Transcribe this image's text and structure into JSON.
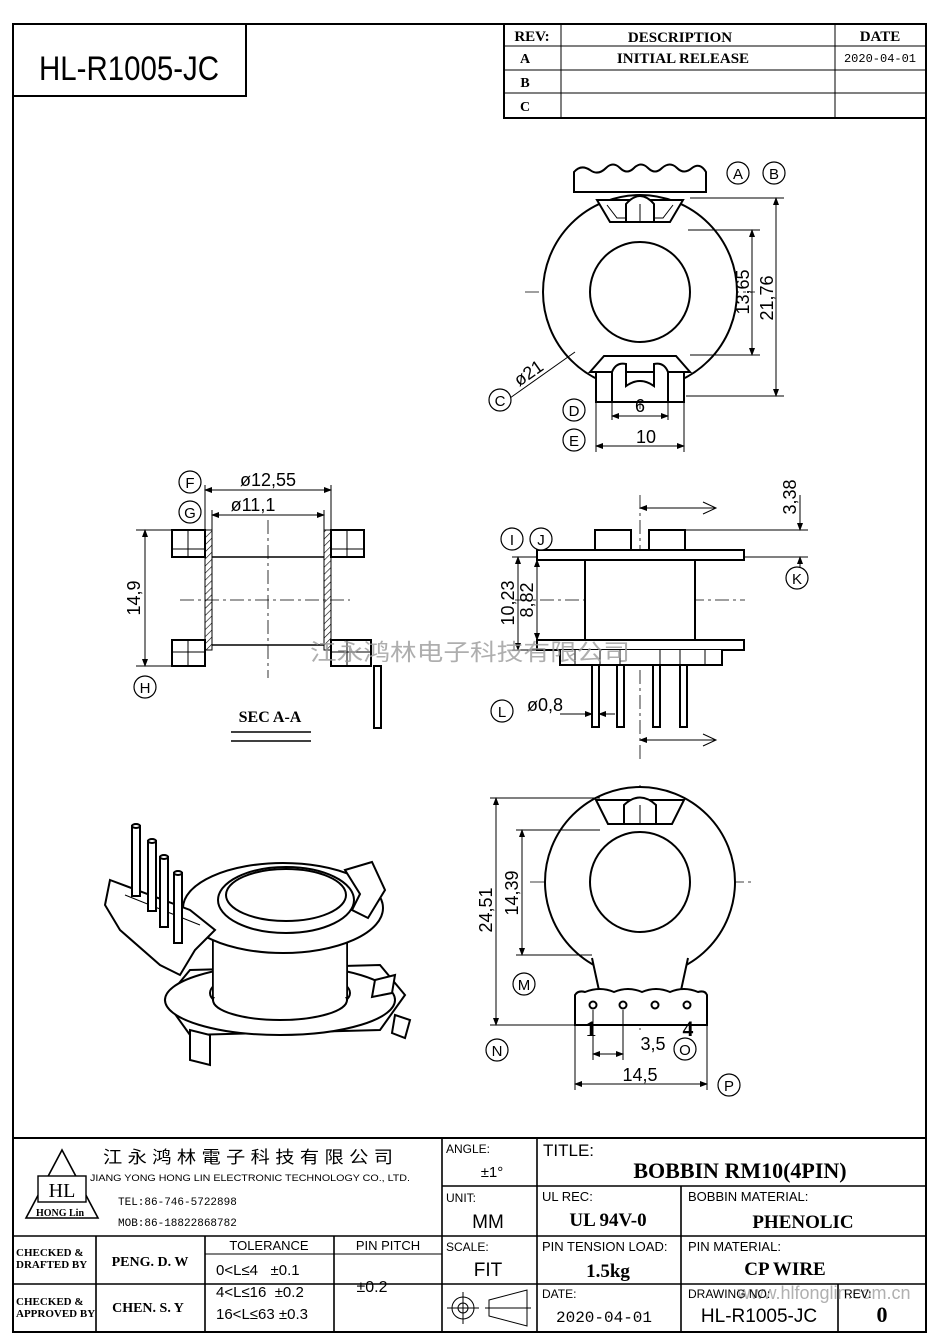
{
  "part_number_box": "HL-R1005-JC",
  "revision_table": {
    "headers": {
      "rev": "REV:",
      "description": "DESCRIPTION",
      "date": "DATE"
    },
    "rows": [
      {
        "rev": "A",
        "description": "INITIAL  RELEASE",
        "date": "2020-04-01"
      },
      {
        "rev": "B",
        "description": "",
        "date": ""
      },
      {
        "rev": "C",
        "description": "",
        "date": ""
      }
    ]
  },
  "callouts": [
    "A",
    "B",
    "C",
    "D",
    "E",
    "F",
    "G",
    "H",
    "I",
    "J",
    "K",
    "L",
    "M",
    "N",
    "O",
    "P"
  ],
  "dimensions": {
    "top_view": {
      "inner": "13,65",
      "outer": "21,76",
      "dia": "ø21",
      "slot_inner": "6",
      "slot_outer": "10"
    },
    "section": {
      "dia_outer": "ø12,55",
      "dia_inner": "ø11,1",
      "height": "14,9",
      "label": "SEC  A-A"
    },
    "side_view": {
      "flange": "3,38",
      "h1": "10,23",
      "h2": "8,82",
      "pin": "ø0,8"
    },
    "bottom_view": {
      "total": "24,51",
      "body": "14,39",
      "pitch": "3,5",
      "width": "14,5",
      "pin1": "1",
      "pin4": "4"
    }
  },
  "watermark": "江永鸿林电子科技有限公司",
  "title_block": {
    "company_cn": "江 永 鸿 林 電 子 科 技 有 限 公 司",
    "company_en": "JIANG YONG HONG LIN ELECTRONIC TECHNOLOGY CO., LTD.",
    "logo_top": "HL",
    "logo_bottom": "HONG Lin",
    "tel": "TEL:86-746-5722898",
    "mob": "MOB:86-18822868782",
    "angle_label": "ANGLE:",
    "angle_value": "±1°",
    "title_label": "TITLE:",
    "title_value": "BOBBIN RM10(4PIN)",
    "unit_label": "UNIT:",
    "unit_value": "MM",
    "ul_label": "UL REC:",
    "ul_value": "UL 94V-0",
    "bobbin_material_label": "BOBBIN MATERIAL:",
    "bobbin_material_value": "PHENOLIC",
    "checked_drafted_label": [
      "CHECKED &",
      "DRAFTED BY"
    ],
    "checked_drafted_value": "PENG. D. W",
    "checked_approved_label": [
      "CHECKED &",
      "APPROVED BY"
    ],
    "checked_approved_value": "CHEN. S. Y",
    "tolerance_label": "TOLERANCE",
    "tolerance_rows": [
      "0<L≤4   ±0.1",
      "4<L≤16  ±0.2",
      "16<L≤63 ±0.3"
    ],
    "pin_pitch_label": "PIN PITCH",
    "pin_pitch_value": "±0.2",
    "scale_label": "SCALE:",
    "scale_value": "FIT",
    "pin_tension_label": "PIN TENSION LOAD:",
    "pin_tension_value": "1.5kg",
    "pin_material_label": "PIN MATERIAL:",
    "pin_material_value": "CP WIRE",
    "date_label": "DATE:",
    "date_value": "2020-04-01",
    "drawing_no_label": "DRAWING NO:",
    "drawing_no_value": "HL-R1005-JC",
    "rev_label": "REV:",
    "rev_value": "0",
    "website": "www.hlfonglin.com.cn"
  }
}
